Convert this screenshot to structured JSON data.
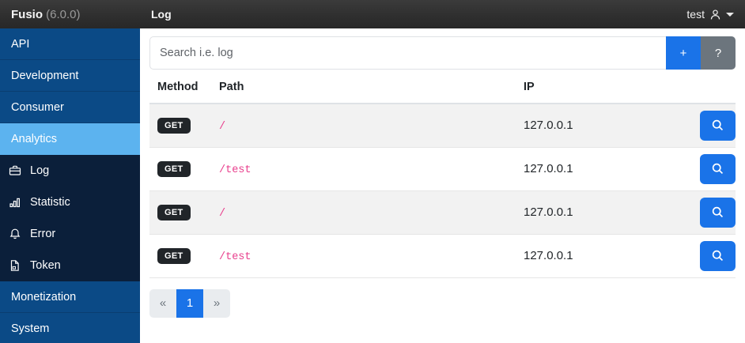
{
  "header": {
    "brand_name": "Fusio",
    "brand_version": "(6.0.0)",
    "page_title": "Log",
    "user_name": "test",
    "user_icon": "user-icon",
    "caret_icon": "chevron-down-icon"
  },
  "sidebar": {
    "groups": [
      {
        "label": "API",
        "active": false
      },
      {
        "label": "Development",
        "active": false
      },
      {
        "label": "Consumer",
        "active": false
      },
      {
        "label": "Analytics",
        "active": true
      }
    ],
    "items": [
      {
        "label": "Log",
        "icon": "briefcase-icon"
      },
      {
        "label": "Statistic",
        "icon": "bar-chart-icon"
      },
      {
        "label": "Error",
        "icon": "bell-icon"
      },
      {
        "label": "Token",
        "icon": "file-icon"
      }
    ],
    "groups_after": [
      {
        "label": "Monetization",
        "active": false
      },
      {
        "label": "System",
        "active": false
      }
    ]
  },
  "search": {
    "placeholder": "Search i.e. log",
    "value": "",
    "add_label": "+",
    "help_label": "?"
  },
  "table": {
    "columns": [
      "Method",
      "Path",
      "IP",
      ""
    ],
    "rows": [
      {
        "method": "GET",
        "path": "/",
        "ip": "127.0.0.1",
        "action_icon": "search-icon"
      },
      {
        "method": "GET",
        "path": "/test",
        "ip": "127.0.0.1",
        "action_icon": "search-icon"
      },
      {
        "method": "GET",
        "path": "/",
        "ip": "127.0.0.1",
        "action_icon": "search-icon"
      },
      {
        "method": "GET",
        "path": "/test",
        "ip": "127.0.0.1",
        "action_icon": "search-icon"
      }
    ]
  },
  "pagination": {
    "prev_label": "«",
    "pages": [
      "1"
    ],
    "current_page": "1",
    "next_label": "»"
  },
  "colors": {
    "accent_blue": "#1a73e8",
    "sidebar_group": "#0b4a86",
    "sidebar_active": "#5cb3ef",
    "sidebar_bg": "#0b1f3a",
    "badge_dark": "#212529",
    "path_pink": "#e83e8c",
    "help_gray": "#6c757d"
  }
}
